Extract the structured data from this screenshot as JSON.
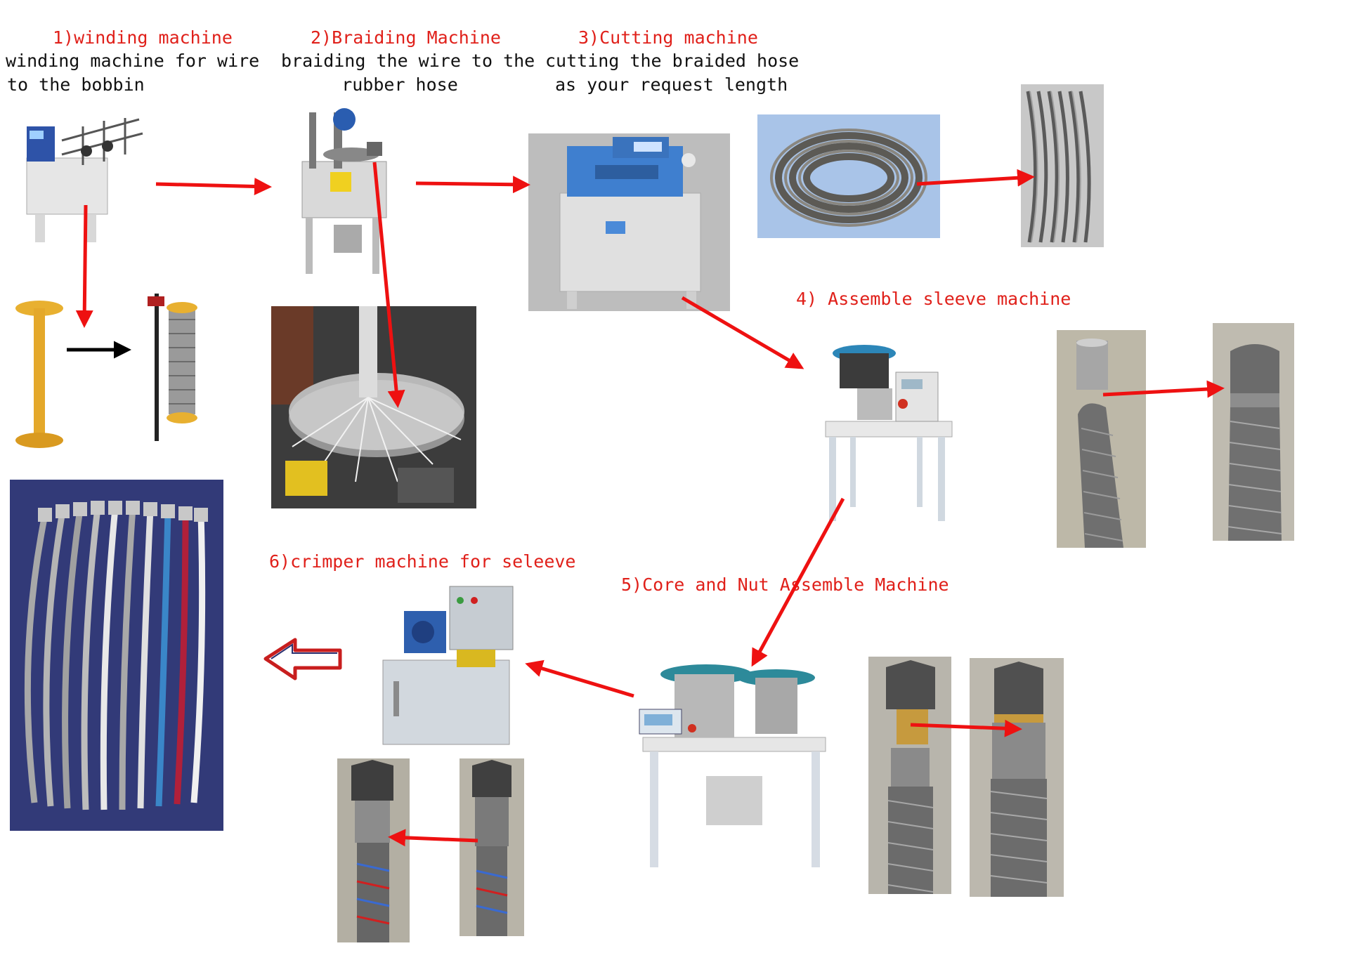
{
  "colors": {
    "label_red": "#e0201a",
    "arrow_red": "#ee1111",
    "arrow_black": "#000000",
    "machine_blue": "#3a7fc8",
    "steel": "#8a8a8a"
  },
  "steps": {
    "s1": {
      "title": "1)winding machine",
      "desc1": "winding machine for wire",
      "desc2": "to the bobbin"
    },
    "s2": {
      "title": "2)Braiding Machine",
      "desc1": "braiding the wire to the",
      "desc2": "rubber hose"
    },
    "s3": {
      "title": "3)Cutting machine",
      "desc1": "cutting the braided hose",
      "desc2": "as your request length"
    },
    "s4": {
      "title": "4) Assemble sleeve machine"
    },
    "s5": {
      "title": "5)Core and Nut Assemble Machine"
    },
    "s6": {
      "title": "6)crimper machine for seleeve"
    }
  },
  "photos": {
    "winding_machine": "winding-machine-photo",
    "bobbin_empty": "empty-bobbin-photo",
    "bobbin_full": "wound-bobbin-photo",
    "braiding_machine": "braiding-machine-photo",
    "braiding_closeup": "braiding-closeup-photo",
    "cutting_machine": "cutting-machine-photo",
    "hose_coil": "braided-hose-coil-photo",
    "hose_cut": "cut-hoses-photo",
    "sleeve_machine": "sleeve-assembly-machine-photo",
    "sleeve_before": "sleeve-before-photo",
    "sleeve_after": "sleeve-after-photo",
    "nut_machine": "core-nut-machine-photo",
    "nut_before": "nut-before-photo",
    "nut_after": "nut-after-photo",
    "crimper_machine": "crimper-machine-photo",
    "crimp_before": "crimp-before-photo",
    "crimp_after": "crimp-after-photo",
    "final_hoses": "finished-hoses-photo"
  }
}
